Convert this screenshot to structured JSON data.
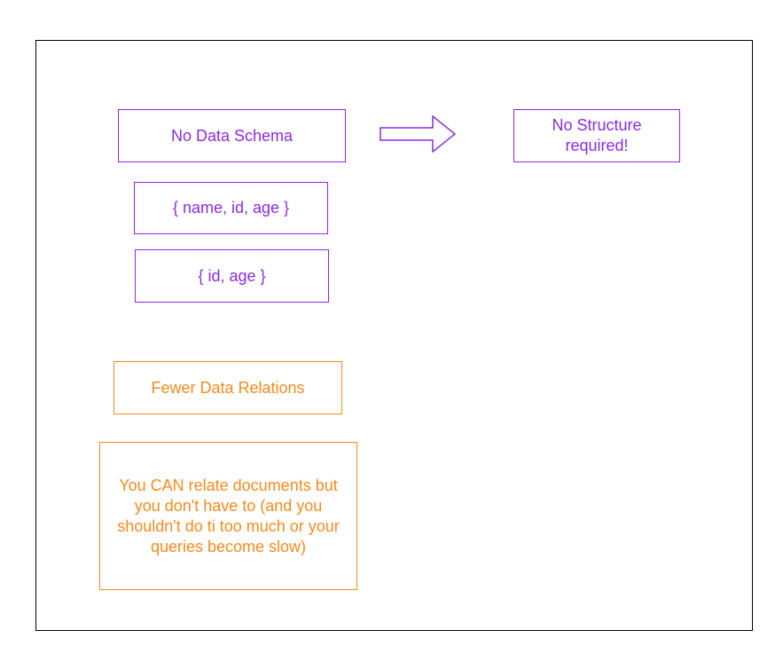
{
  "colors": {
    "purple": "#8a2be2",
    "orange": "#f68a1e",
    "frame": "#000000"
  },
  "boxes": {
    "no_schema": "No Data Schema",
    "no_structure": "No Structure required!",
    "doc1": "{ name, id, age }",
    "doc2": "{ id, age }",
    "fewer_relations": "Fewer Data Relations",
    "relations_note": "You CAN relate documents but you don't have to (and you shouldn't do ti too much or your queries become slow)"
  },
  "arrow_icon": "right-arrow-icon"
}
